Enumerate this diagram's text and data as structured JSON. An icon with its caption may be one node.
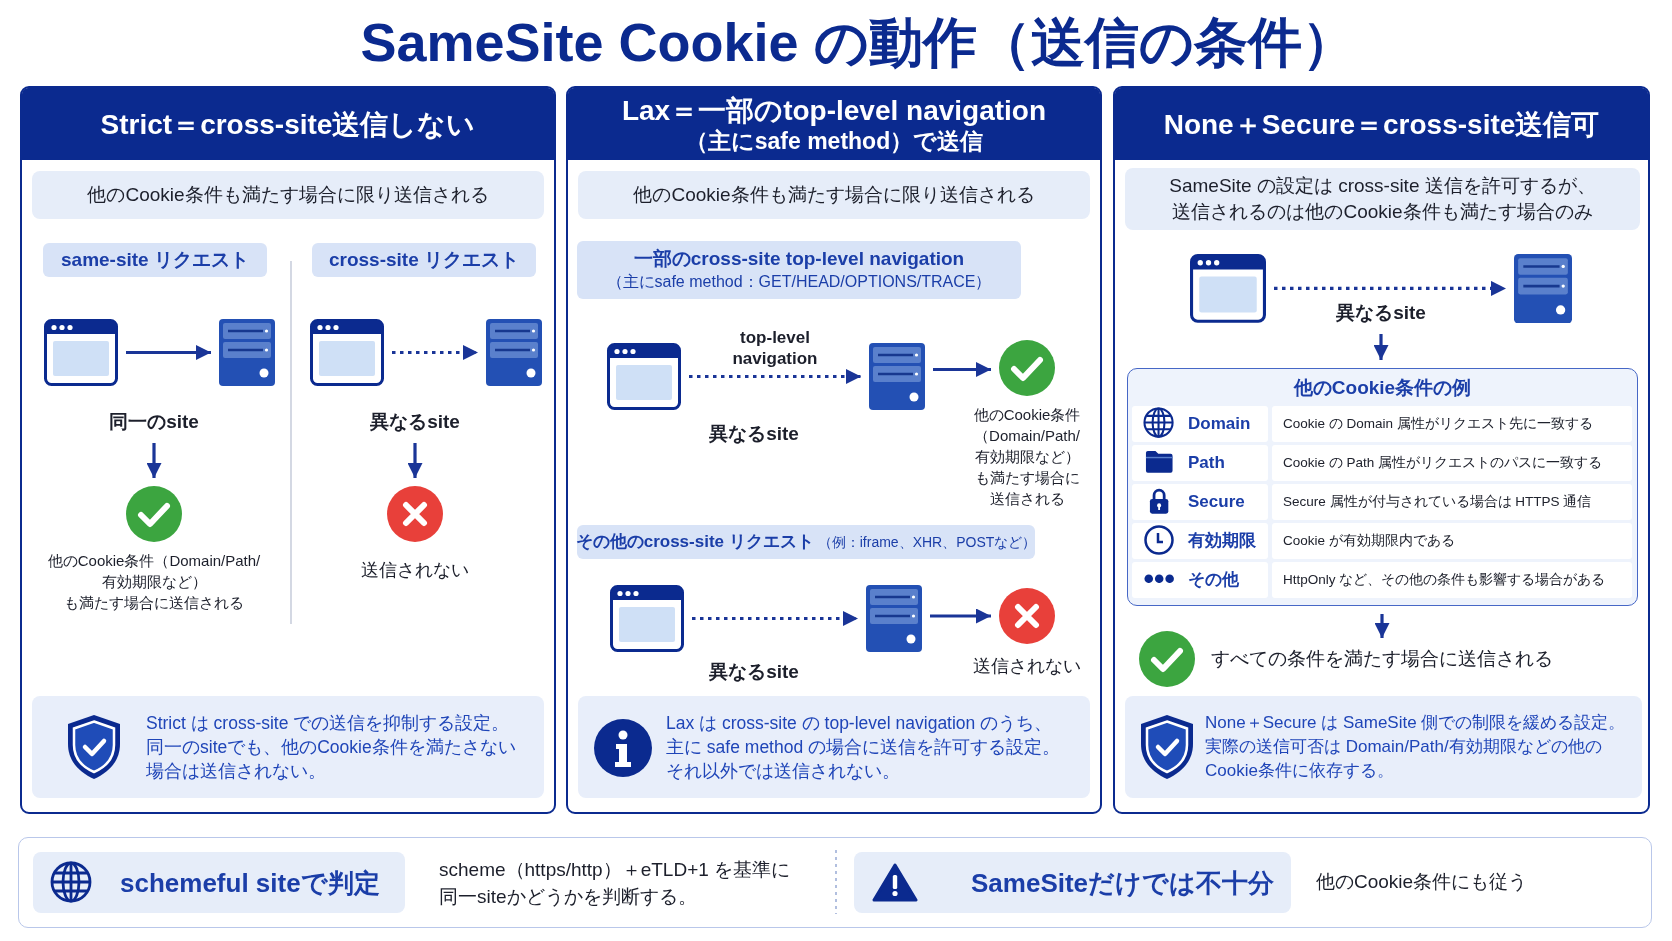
{
  "diagram": {
    "title": "SameSite Cookie の動作（送信の条件）",
    "nodes": [
      {
        "text": [
          "Strict＝cross-site送信しない"
        ]
      },
      {
        "text": [
          "他のCookie条件も満たす場合に限り送信される"
        ],
        "in": 0
      },
      {
        "text": [
          "same-site リクエスト"
        ],
        "in": 0
      },
      {
        "text": [
          "cross-site リクエスト"
        ],
        "in": 0
      },
      {
        "text": [],
        "shape": "window",
        "in": 0
      },
      {
        "text": [],
        "shape": "server",
        "in": 0
      },
      {
        "text": [
          "同一のsite"
        ],
        "in": 0
      },
      {
        "text": [],
        "shape": "check",
        "in": 0,
        "beside": [
          "他のCookie条件（Domain/Path/有効期限など）も満たす場合に送信される"
        ]
      },
      {
        "text": [],
        "shape": "window",
        "in": 0
      },
      {
        "text": [],
        "shape": "server",
        "in": 0
      },
      {
        "text": [
          "異なるsite"
        ],
        "in": 0
      },
      {
        "text": [],
        "shape": "cross",
        "in": 0,
        "beside": [
          "送信されない"
        ]
      },
      {
        "text": [
          "Strict は cross-site での送信を抑制する設定。同一のsiteでも、他のCookie条件を満たさない場合は送信されない。"
        ],
        "in": 0
      },
      {
        "text": [
          "Lax＝一部のtop-level navigation",
          "（主にsafe method）で送信"
        ]
      },
      {
        "text": [
          "他のCookie条件も満たす場合に限り送信される"
        ],
        "in": 13
      },
      {
        "text": [
          "一部のcross-site top-level navigation",
          "（主にsafe method：GET/HEAD/OPTIONS/TRACE）"
        ],
        "in": 13
      },
      {
        "text": [],
        "shape": "window",
        "in": 13
      },
      {
        "text": [],
        "shape": "server",
        "in": 13
      },
      {
        "text": [],
        "shape": "check",
        "in": 13,
        "beside": [
          "他のCookie条件（Domain/Path/有効期限など）も満たす場合に送信される"
        ]
      },
      {
        "text": [
          "その他のcross-site リクエスト",
          "（例：iframe、XHR、POSTなど）"
        ],
        "in": 13
      },
      {
        "text": [],
        "shape": "window",
        "in": 13
      },
      {
        "text": [],
        "shape": "server",
        "in": 13
      },
      {
        "text": [],
        "shape": "cross",
        "in": 13,
        "beside": [
          "送信されない"
        ]
      },
      {
        "text": [
          "Lax は cross-site の top-level navigation のうち、主に safe method の場合に送信を許可する設定。それ以外では送信されない。"
        ],
        "in": 13
      },
      {
        "text": [
          "None＋Secure＝cross-site送信可"
        ]
      },
      {
        "text": [
          "SameSite の設定は cross-site 送信を許可するが、送信されるのは他のCookie条件も満たす場合のみ"
        ],
        "in": 24
      },
      {
        "text": [],
        "shape": "window",
        "in": 24
      },
      {
        "text": [],
        "shape": "server",
        "in": 24
      },
      {
        "text": [
          "異なるsite"
        ],
        "in": 24
      },
      {
        "text": [
          "他のCookie条件の例"
        ],
        "in": 24
      },
      {
        "text": [
          "すべての条件を満たす場合に送信される"
        ],
        "in": 24
      },
      {
        "text": [
          "None＋Secure は SameSite 側での制限を緩める設定。実際の送信可否は Domain/Path/有効期限などの他のCookie条件に依存する。"
        ],
        "in": 24
      },
      {
        "text": [],
        "shape": "box"
      },
      {
        "text": [
          "schemeful siteで判定"
        ],
        "in": 32,
        "beside": [
          "scheme（https/http）＋eTLD+1 を基準に同一siteかどうかを判断する。"
        ]
      },
      {
        "text": [
          "SameSiteだけでは不十分"
        ],
        "in": 32,
        "beside": [
          "他のCookie条件にも従う"
        ]
      }
    ],
    "edges": [
      {
        "from": 4,
        "to": 5,
        "arrow": "to"
      },
      {
        "from": 6,
        "to": 7,
        "arrow": "to"
      },
      {
        "from": 8,
        "to": 9,
        "arrow": "to",
        "style": "dashed"
      },
      {
        "from": 10,
        "to": 11,
        "arrow": "to"
      },
      {
        "from": 16,
        "to": 17,
        "arrow": "to",
        "style": "dashed",
        "label": "top-level navigation"
      },
      {
        "from": 17,
        "to": 18,
        "arrow": "to"
      },
      {
        "from": 20,
        "to": 21,
        "arrow": "to",
        "style": "dashed"
      },
      {
        "from": 21,
        "to": 22,
        "arrow": "to"
      },
      {
        "from": 26,
        "to": 27,
        "arrow": "to",
        "style": "dashed"
      },
      {
        "from": 28,
        "to": 29,
        "arrow": "to"
      },
      {
        "from": 29,
        "to": 30,
        "arrow": "to"
      }
    ],
    "labels": [
      "異なるsite",
      "異なるsite",
      "Domain",
      "Cookie の Domain 属性がリクエスト先に一致する",
      "Path",
      "Cookie の Path 属性がリクエストのパスに一致する",
      "Secure",
      "Secure 属性が付与されている場合は HTTPS 通信",
      "有効期限",
      "Cookie が有効期限内である",
      "その他",
      "HttpOnly など、その他の条件も影響する場合がある"
    ]
  }
}
